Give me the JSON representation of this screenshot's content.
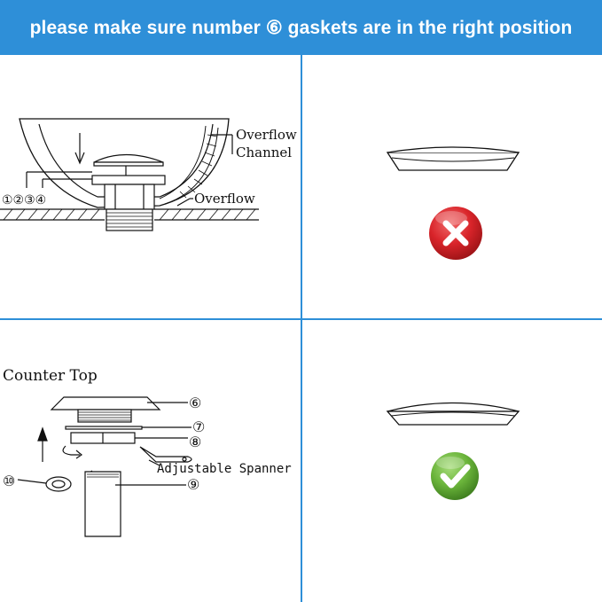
{
  "header": {
    "title": "please make sure number ⑥ gaskets are in the right position"
  },
  "theme": {
    "accent": "#2e8fd8",
    "wrong": "#d9242a",
    "right": "#6ab43a"
  },
  "diagram1": {
    "label_overflow_channel_1": "Overflow",
    "label_overflow_channel_2": "Channel",
    "label_overflow": "Overflow",
    "label_parts": "①②③④"
  },
  "diagram2": {
    "label_counter_top": "Counter Top",
    "label_6": "⑥",
    "label_7": "⑦",
    "label_8": "⑧",
    "label_9": "⑨",
    "label_10": "⑩",
    "label_spanner": "Adjustable Spanner"
  },
  "icons": {
    "wrong": "cross-icon",
    "right": "check-icon"
  }
}
